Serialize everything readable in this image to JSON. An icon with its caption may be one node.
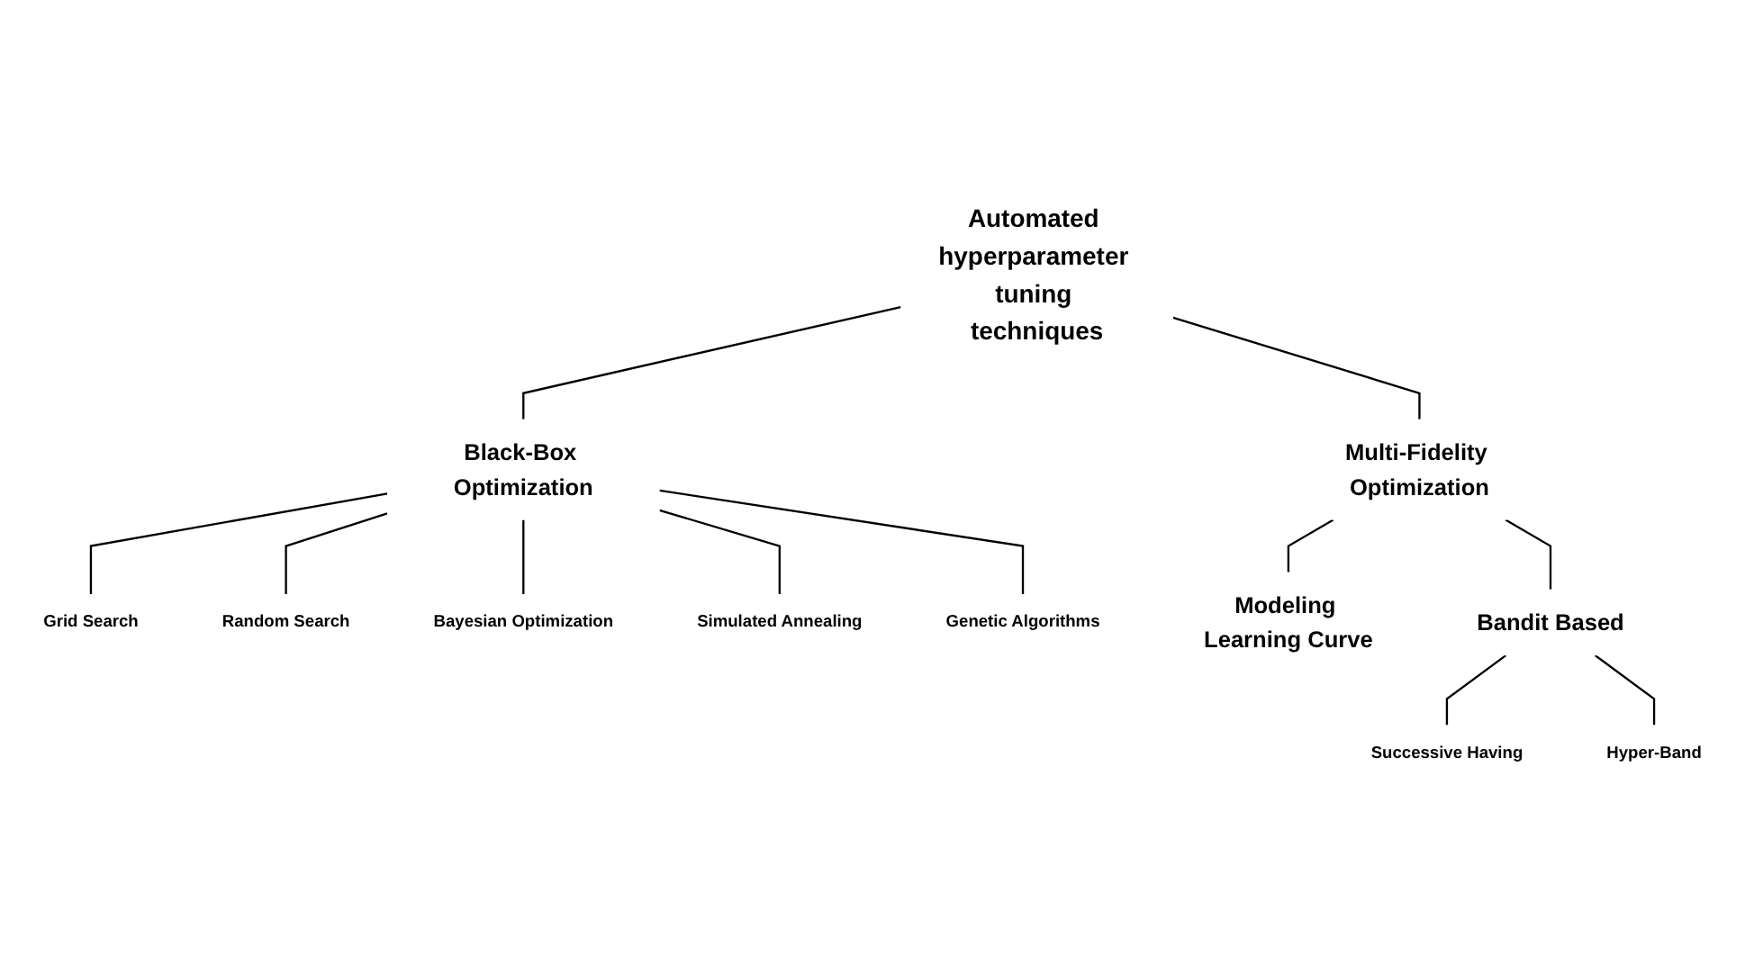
{
  "diagram": {
    "nodes": [
      {
        "text": [
          "Automated hyperparameter tuning techniques"
        ]
      },
      {
        "text": [
          "Black-Box Optimization"
        ]
      },
      {
        "text": [
          "Multi-Fidelity Optimization"
        ]
      },
      {
        "text": [
          "Grid Search"
        ]
      },
      {
        "text": [
          "Random Search"
        ]
      },
      {
        "text": [
          "Bayesian Optimization"
        ]
      },
      {
        "text": [
          "Simulated Annealing"
        ]
      },
      {
        "text": [
          "Genetic Algorithms"
        ]
      },
      {
        "text": [
          "Modeling Learning Curve"
        ]
      },
      {
        "text": [
          "Bandit Based"
        ]
      },
      {
        "text": [
          "Successive Having"
        ]
      },
      {
        "text": [
          "Hyper-Band"
        ]
      }
    ],
    "edges": [
      {
        "from": 0,
        "to": 1,
        "arrow": "none"
      },
      {
        "from": 0,
        "to": 2,
        "arrow": "none"
      },
      {
        "from": 1,
        "to": 3,
        "arrow": "none"
      },
      {
        "from": 1,
        "to": 4,
        "arrow": "none"
      },
      {
        "from": 1,
        "to": 5,
        "arrow": "none"
      },
      {
        "from": 1,
        "to": 6,
        "arrow": "none"
      },
      {
        "from": 1,
        "to": 7,
        "arrow": "none"
      },
      {
        "from": 2,
        "to": 8,
        "arrow": "none"
      },
      {
        "from": 2,
        "to": 9,
        "arrow": "none"
      },
      {
        "from": 9,
        "to": 10,
        "arrow": "none"
      },
      {
        "from": 9,
        "to": 11,
        "arrow": "none"
      }
    ]
  }
}
